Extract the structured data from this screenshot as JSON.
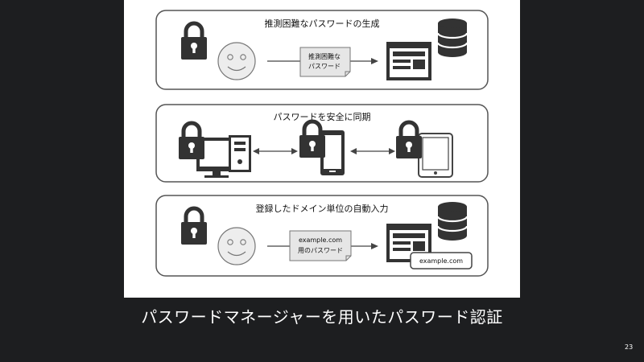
{
  "panels": [
    {
      "title": "推測困難なパスワードの生成",
      "note_lines": [
        "推測困難な",
        "パスワード"
      ]
    },
    {
      "title": "パスワードを安全に同期"
    },
    {
      "title": "登録したドメイン単位の自動入力",
      "note_lines": [
        "example.com",
        "用のパスワード"
      ],
      "domain_label": "example.com"
    }
  ],
  "caption": "パスワードマネージャーを用いたパスワード認証",
  "page_number": "23"
}
